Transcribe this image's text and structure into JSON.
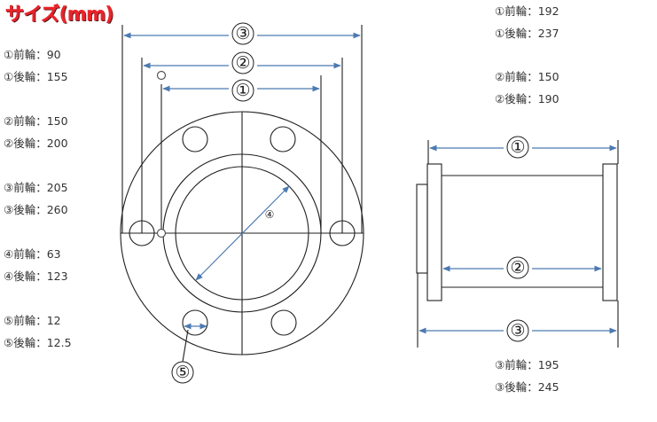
{
  "title": "サイズ(mm)",
  "colors": {
    "title": "#e8242a",
    "dimension_line": "#4c7ab1",
    "outline": "#1f1f1f"
  },
  "left_specs": [
    {
      "front": "①前輪：90",
      "rear": "①後輪：155"
    },
    {
      "front": "②前輪：150",
      "rear": "②後輪：200"
    },
    {
      "front": "③前輪：205",
      "rear": "③後輪：260"
    },
    {
      "front": "④前輪：63",
      "rear": "④後輪：123"
    },
    {
      "front": "⑤前輪：12",
      "rear": "⑤後輪：12.5"
    }
  ],
  "right_top_specs": [
    {
      "front": "①前輪：192",
      "rear": "①後輪：237"
    },
    {
      "front": "②前輪：150",
      "rear": "②後輪：190"
    }
  ],
  "right_bottom_specs": {
    "front": "③前輪：195",
    "rear": "③後輪：245"
  },
  "front_view": {
    "markers": {
      "dim3": "③",
      "dim2": "②",
      "dim1": "①",
      "dim4": "④",
      "dim5": "⑤"
    }
  },
  "side_view": {
    "markers": {
      "dim1": "①",
      "dim2": "②",
      "dim3": "③"
    }
  }
}
